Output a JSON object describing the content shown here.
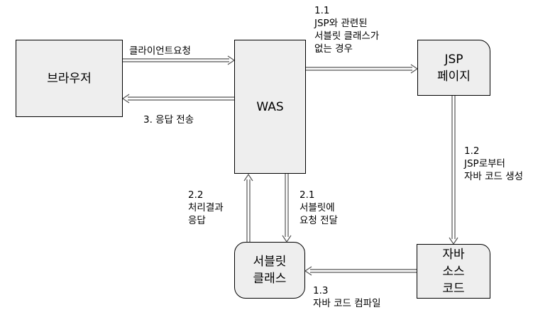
{
  "nodes": {
    "browser": "브라우저",
    "was": "WAS",
    "jsp_page": "JSP\n페이지",
    "servlet_class": "서블릿\n클래스",
    "java_source": "자바\n소스\n코드"
  },
  "edge_labels": {
    "client_request": "클라이언트요청",
    "response_send": "3. 응답 전송",
    "step_1_1": "1.1\nJSP와 관련된\n서블릿 클래스가\n없는 경우",
    "step_1_2": "1.2\nJSP로부터\n자바 코드 생성",
    "step_1_3": "1.3\n자바 코드 컴파일",
    "step_2_1": "2.1\n서블릿에\n요청 전달",
    "step_2_2": "2.2\n처리결과\n응답"
  }
}
